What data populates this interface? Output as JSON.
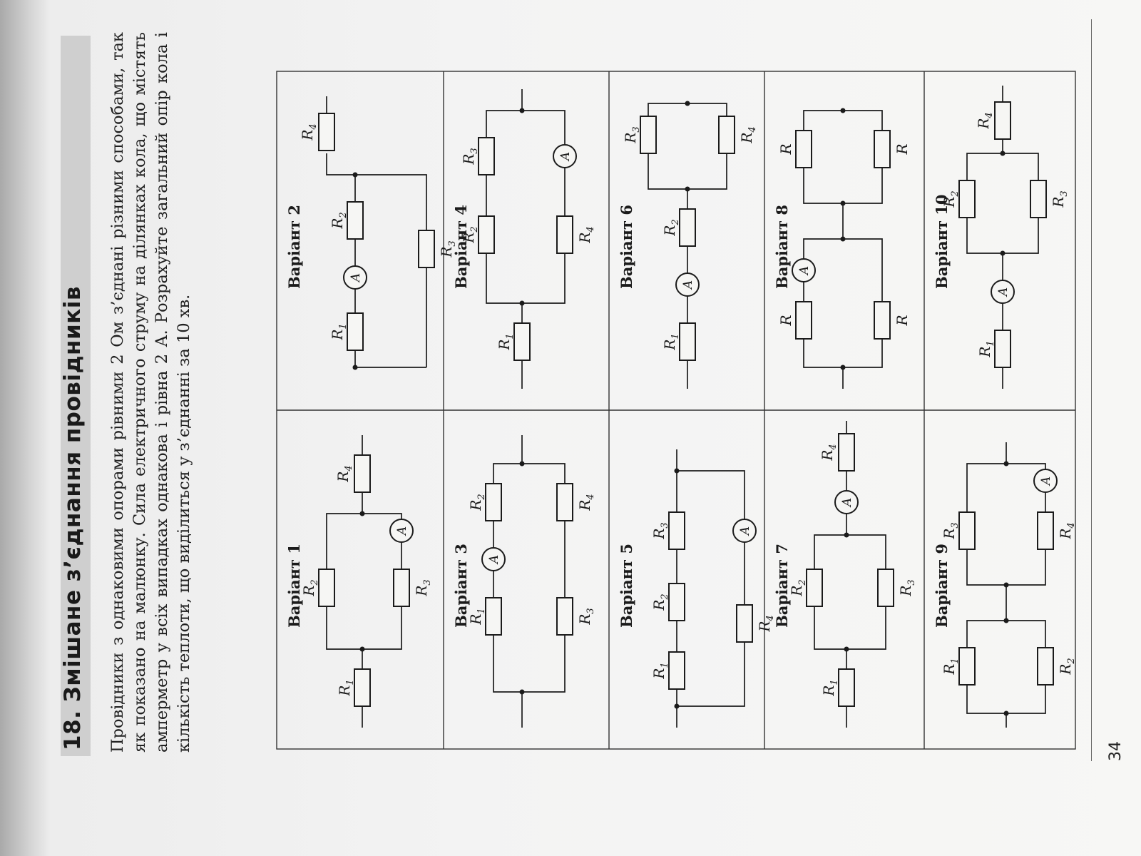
{
  "section": {
    "title": "18. Змішане з’єднання провідників",
    "problem": "Провідники з однаковими опорами рівними 2 Ом з’єднані різними способами, так як показано на малюнку. Сила електричного струму на ділянках кола, що містять амперметр у всіх випадках однакова і рівна 2 А. Розрахуйте загальний опір кола і кількість теплоти, що виділиться у з’єднанні за 10 хв."
  },
  "components": {
    "ammeter_symbol": "A",
    "resistor_symbol": "R"
  },
  "variants": [
    {
      "label": "Варіант 1",
      "resistors": [
        "R1",
        "R2",
        "R3",
        "R4"
      ],
      "ammeters": 1
    },
    {
      "label": "Варіант 2",
      "resistors": [
        "R1",
        "R2",
        "R3",
        "R4"
      ],
      "ammeters": 1
    },
    {
      "label": "Варіант 3",
      "resistors": [
        "R1",
        "R2",
        "R3",
        "R4"
      ],
      "ammeters": 1
    },
    {
      "label": "Варіант 4",
      "resistors": [
        "R1",
        "R2",
        "R3",
        "R4"
      ],
      "ammeters": 1
    },
    {
      "label": "Варіант 5",
      "resistors": [
        "R1",
        "R2",
        "R3",
        "R4"
      ],
      "ammeters": 1
    },
    {
      "label": "Варіант 6",
      "resistors": [
        "R1",
        "R2",
        "R3",
        "R4"
      ],
      "ammeters": 1
    },
    {
      "label": "Варіант 7",
      "resistors": [
        "R1",
        "R2",
        "R3",
        "R4"
      ],
      "ammeters": 1
    },
    {
      "label": "Варіант 8",
      "resistors": [
        "R",
        "R",
        "R",
        "R"
      ],
      "ammeters": 1
    },
    {
      "label": "Варіант 9",
      "resistors": [
        "R1",
        "R2",
        "R3",
        "R4"
      ],
      "ammeters": 1
    },
    {
      "label": "Варіант 10",
      "resistors": [
        "R1",
        "R2",
        "R3",
        "R4"
      ],
      "ammeters": 1
    }
  ],
  "page_number": "34"
}
